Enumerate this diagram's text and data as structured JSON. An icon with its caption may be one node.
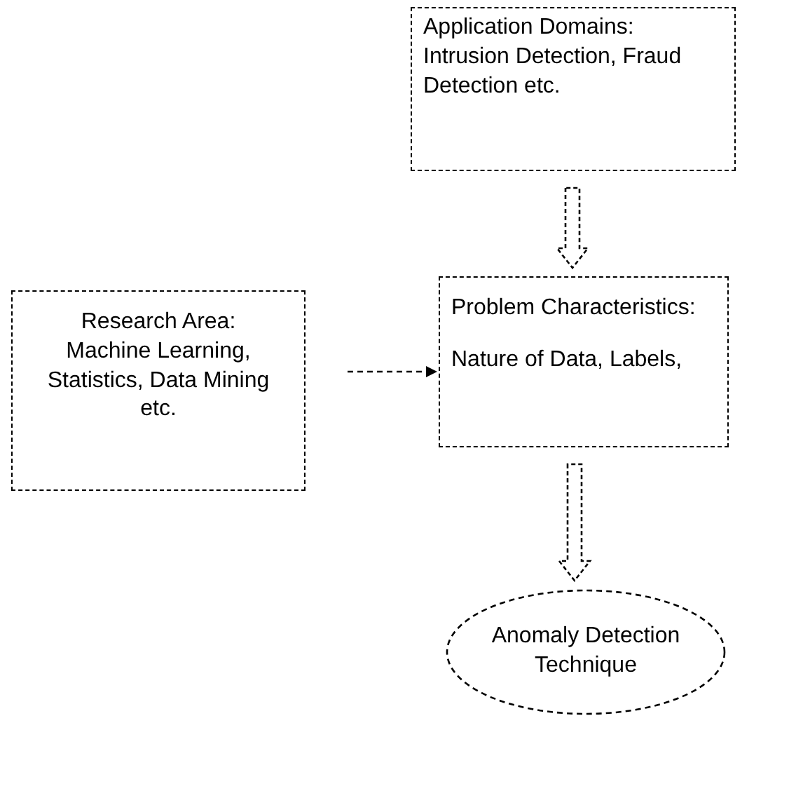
{
  "diagram": {
    "nodes": [
      {
        "text": [
          "Application Domains:",
          "Intrusion Detection, Fraud Detection etc."
        ]
      },
      {
        "text": [
          "Research Area:",
          "Machine Learning, Statistics, Data Mining etc."
        ]
      },
      {
        "text": [
          "Problem Characteristics:",
          "Nature of Data, Labels,"
        ]
      },
      {
        "text": [
          "Anomaly Detection Technique"
        ]
      }
    ],
    "edges": [
      {
        "from": 0,
        "to": 2,
        "arrow": "to",
        "style": "thick"
      },
      {
        "from": 1,
        "to": 2,
        "arrow": "to",
        "style": "dashed"
      },
      {
        "from": 2,
        "to": 3,
        "arrow": "to",
        "style": "thick"
      }
    ]
  }
}
